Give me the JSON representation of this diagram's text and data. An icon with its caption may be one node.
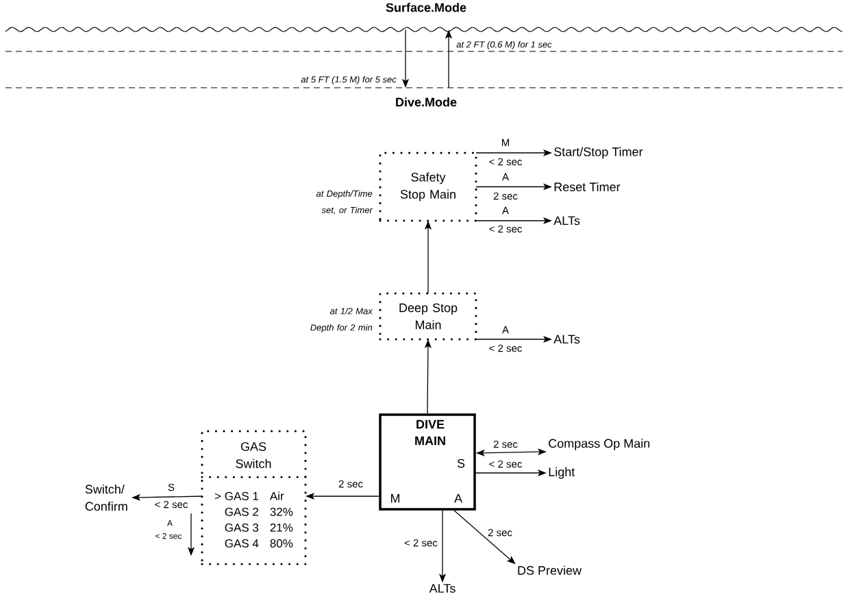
{
  "diagram": {
    "nodes": [
      {
        "text": [
          "Surface.Mode"
        ]
      },
      {
        "text": [
          "Dive.Mode"
        ]
      },
      {
        "text": [
          "Safety Stop Main"
        ],
        "beside": [
          "at Depth/Time set, or Timer"
        ]
      },
      {
        "text": [
          "Start/Stop Timer"
        ]
      },
      {
        "text": [
          "Reset Timer"
        ]
      },
      {
        "text": [
          "ALTs"
        ]
      },
      {
        "text": [
          "Deep Stop Main"
        ],
        "beside": [
          "at 1/2 Max Depth for 2 min"
        ]
      },
      {
        "text": [
          "ALTs"
        ]
      },
      {
        "text": [
          "DIVE MAIN",
          "S",
          "M",
          "A"
        ]
      },
      {
        "text": [
          "GAS Switch"
        ]
      },
      {
        "text": [
          "> GAS 1",
          "Air",
          "GAS 2",
          "32%",
          "GAS 3",
          "21%",
          "GAS 4",
          "80%"
        ],
        "in": 9
      },
      {
        "text": [
          "Switch/ Confirm"
        ]
      },
      {
        "text": [
          "Compass Op Main"
        ]
      },
      {
        "text": [
          "Light"
        ]
      },
      {
        "text": [
          "DS Preview"
        ]
      },
      {
        "text": [
          "ALTs"
        ]
      }
    ],
    "edges": [
      {
        "from": 0,
        "to": 1,
        "arrow": "to",
        "label": "at 5 FT (1.5 M) for 5 sec"
      },
      {
        "from": 1,
        "to": 0,
        "arrow": "to",
        "label": "at 2 FT (0.6 M) for 1 sec"
      },
      {
        "from": 2,
        "to": 3,
        "arrow": "to",
        "label": "< 2 sec"
      },
      {
        "from": 2,
        "to": 4,
        "arrow": "to",
        "label": "2 sec"
      },
      {
        "from": 2,
        "to": 5,
        "arrow": "to",
        "label": "< 2 sec"
      },
      {
        "from": 6,
        "to": 2,
        "arrow": "to"
      },
      {
        "from": 6,
        "to": 7,
        "arrow": "to",
        "label": "< 2 sec"
      },
      {
        "from": 8,
        "to": 6,
        "arrow": "to"
      },
      {
        "from": 8,
        "to": 10,
        "arrow": "to",
        "label": "2 sec"
      },
      {
        "from": 10,
        "to": 11,
        "arrow": "to",
        "label": "< 2 sec"
      },
      {
        "from": 8,
        "to": 12,
        "arrow": "both",
        "label": "2 sec"
      },
      {
        "from": 8,
        "to": 13,
        "arrow": "to",
        "label": "< 2 sec"
      },
      {
        "from": 8,
        "to": 15,
        "arrow": "to",
        "label": "< 2 sec"
      },
      {
        "from": 8,
        "to": 14,
        "arrow": "to",
        "label": "2 sec"
      }
    ],
    "labels": [
      "M",
      "A",
      "A",
      "A",
      "S",
      "A",
      "< 2 sec"
    ]
  }
}
